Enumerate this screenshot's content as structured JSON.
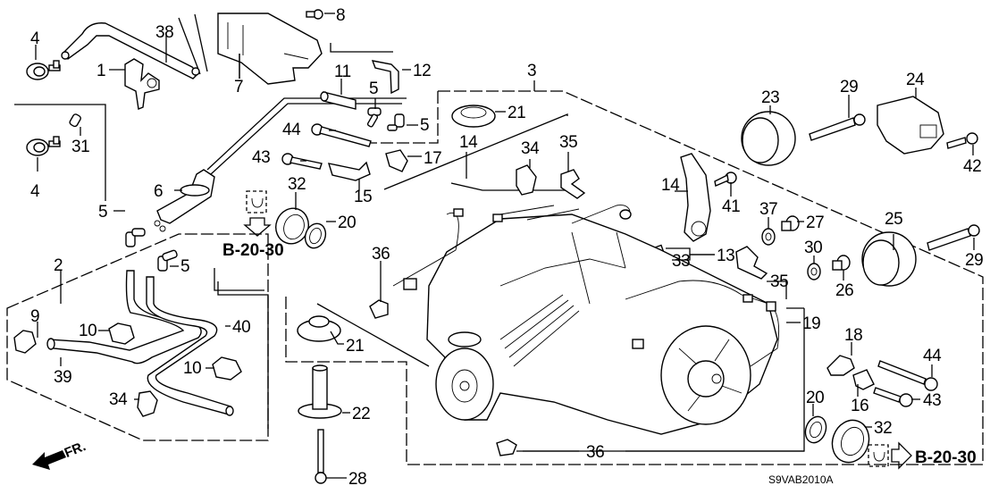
{
  "diagram": {
    "title": "Rear differential assembly exploded parts diagram",
    "diagram_code": "S9VAB2010A",
    "direction_label": "FR.",
    "references": [
      {
        "id": "ref-left",
        "label": "B-20-30"
      },
      {
        "id": "ref-right",
        "label": "B-20-30"
      }
    ],
    "callouts": [
      {
        "num": "1"
      },
      {
        "num": "2"
      },
      {
        "num": "3"
      },
      {
        "num": "4"
      },
      {
        "num": "4"
      },
      {
        "num": "5"
      },
      {
        "num": "5"
      },
      {
        "num": "5"
      },
      {
        "num": "5"
      },
      {
        "num": "6"
      },
      {
        "num": "7"
      },
      {
        "num": "8"
      },
      {
        "num": "9"
      },
      {
        "num": "10"
      },
      {
        "num": "10"
      },
      {
        "num": "11"
      },
      {
        "num": "12"
      },
      {
        "num": "13"
      },
      {
        "num": "14"
      },
      {
        "num": "14"
      },
      {
        "num": "15"
      },
      {
        "num": "16"
      },
      {
        "num": "17"
      },
      {
        "num": "18"
      },
      {
        "num": "19"
      },
      {
        "num": "20"
      },
      {
        "num": "20"
      },
      {
        "num": "21"
      },
      {
        "num": "21"
      },
      {
        "num": "22"
      },
      {
        "num": "23"
      },
      {
        "num": "24"
      },
      {
        "num": "25"
      },
      {
        "num": "26"
      },
      {
        "num": "27"
      },
      {
        "num": "28"
      },
      {
        "num": "29"
      },
      {
        "num": "29"
      },
      {
        "num": "30"
      },
      {
        "num": "31"
      },
      {
        "num": "32"
      },
      {
        "num": "32"
      },
      {
        "num": "33"
      },
      {
        "num": "34"
      },
      {
        "num": "34"
      },
      {
        "num": "35"
      },
      {
        "num": "35"
      },
      {
        "num": "36"
      },
      {
        "num": "36"
      },
      {
        "num": "37"
      },
      {
        "num": "38"
      },
      {
        "num": "39"
      },
      {
        "num": "40"
      },
      {
        "num": "41"
      },
      {
        "num": "42"
      },
      {
        "num": "43"
      },
      {
        "num": "43"
      },
      {
        "num": "44"
      },
      {
        "num": "44"
      }
    ]
  }
}
